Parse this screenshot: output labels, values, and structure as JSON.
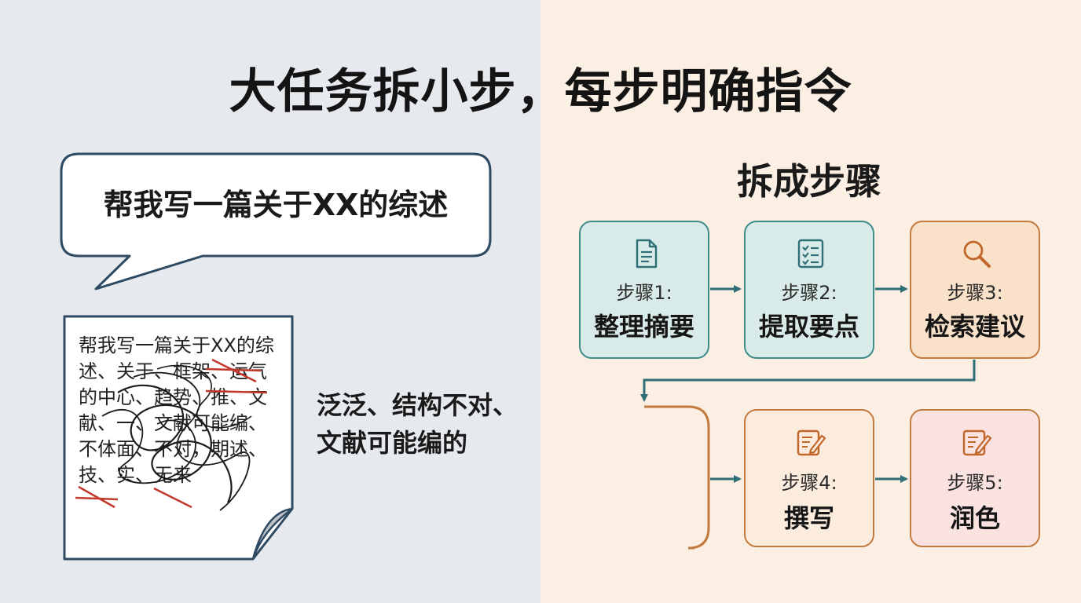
{
  "title": "大任务拆小步，每步明确指令",
  "left": {
    "bubble_text": "帮我写一篇关于XX的综述",
    "doc_text": "帮我写一篇关于XX的综述、关于、框架、运气的中心、趋势、推、文献、一、文献可能编、不体面、不对，期述、技、实、无来",
    "critique_line1": "泛泛、结构不对、",
    "critique_line2": "文献可能编的"
  },
  "right": {
    "subtitle": "拆成步骤",
    "steps": [
      {
        "num": "步骤1:",
        "name": "整理摘要",
        "icon": "document-icon"
      },
      {
        "num": "步骤2:",
        "name": "提取要点",
        "icon": "checklist-icon"
      },
      {
        "num": "步骤3:",
        "name": "检索建议",
        "icon": "magnifier-icon"
      },
      {
        "num": "步骤4:",
        "name": "撰写",
        "icon": "pencil-edit-icon"
      },
      {
        "num": "步骤5:",
        "name": "润色",
        "icon": "pencil-edit-icon"
      }
    ]
  },
  "colors": {
    "teal": "#3f8c8a",
    "orange": "#c27a3e",
    "navy": "#2f4a63",
    "red_strike": "#c0392b"
  }
}
